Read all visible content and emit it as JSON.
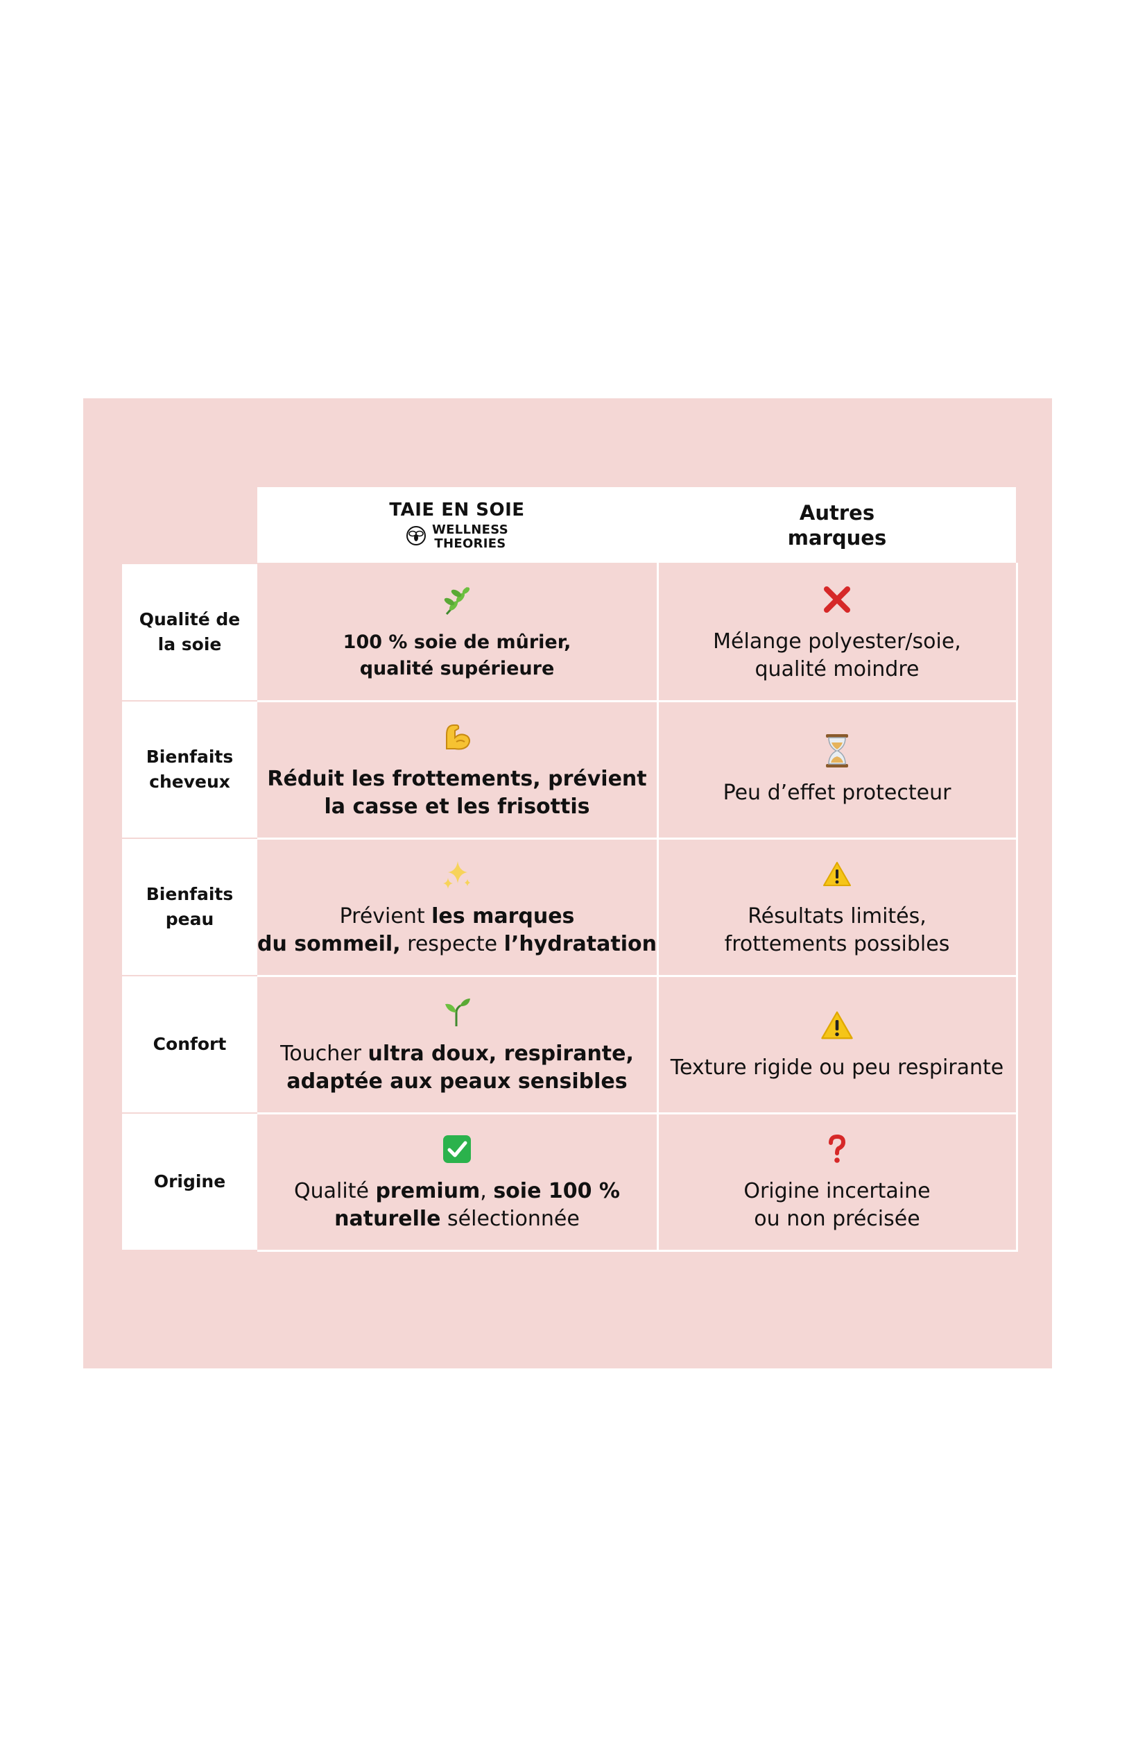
{
  "header": {
    "col1_title": "TAIE EN SOIE",
    "col1_brand_line1": "WELLNESS",
    "col1_brand_line2": "THEORIES",
    "col2_line1": "Autres",
    "col2_line2": "marques"
  },
  "rows": [
    {
      "label_line1": "Qualité de",
      "label_line2": "la soie",
      "silk_icon": "herb-icon",
      "silk_line1": "100 % soie de mûrier,",
      "silk_line2": "qualité supérieure",
      "other_icon": "cross-mark-icon",
      "other_line1": "Mélange polyester/soie,",
      "other_line2": "qualité moindre"
    },
    {
      "label_line1": "Bienfaits",
      "label_line2": "cheveux",
      "silk_icon": "flexed-biceps-icon",
      "silk_line1": "Réduit les frottements, prévient",
      "silk_line2": "la casse et les frisottis",
      "other_icon": "hourglass-icon",
      "other_line1": "Peu d’effet protecteur"
    },
    {
      "label_line1": "Bienfaits",
      "label_line2": "peau",
      "silk_icon": "sparkles-icon",
      "silk_a": "Prévient ",
      "silk_b": "les marques",
      "silk_c": "du sommeil,",
      "silk_d": " respecte ",
      "silk_e": "l’hydratation",
      "other_icon": "warning-icon",
      "other_line1": "Résultats limités,",
      "other_line2": "frottements possibles"
    },
    {
      "label_line1": "Confort",
      "silk_icon": "seedling-icon",
      "silk_a": "Toucher ",
      "silk_b": "ultra doux, respirante,",
      "silk_c": "adaptée aux peaux sensibles",
      "other_icon": "warning-icon",
      "other_line1": "Texture rigide ou peu respirante"
    },
    {
      "label_line1": "Origine",
      "silk_icon": "check-mark-button-icon",
      "silk_a": "Qualité ",
      "silk_b": "premium",
      "silk_c": ", ",
      "silk_d": "soie 100 %",
      "silk_e": "naturelle",
      "silk_f": " sélectionnée",
      "other_icon": "question-mark-icon",
      "other_line1": "Origine incertaine",
      "other_line2": "ou non précisée"
    }
  ],
  "colors": {
    "background": "#ffffff",
    "card": "#f4d7d5",
    "cross": "#d62828",
    "check": "#2bb24c",
    "warning": "#f5c518"
  }
}
